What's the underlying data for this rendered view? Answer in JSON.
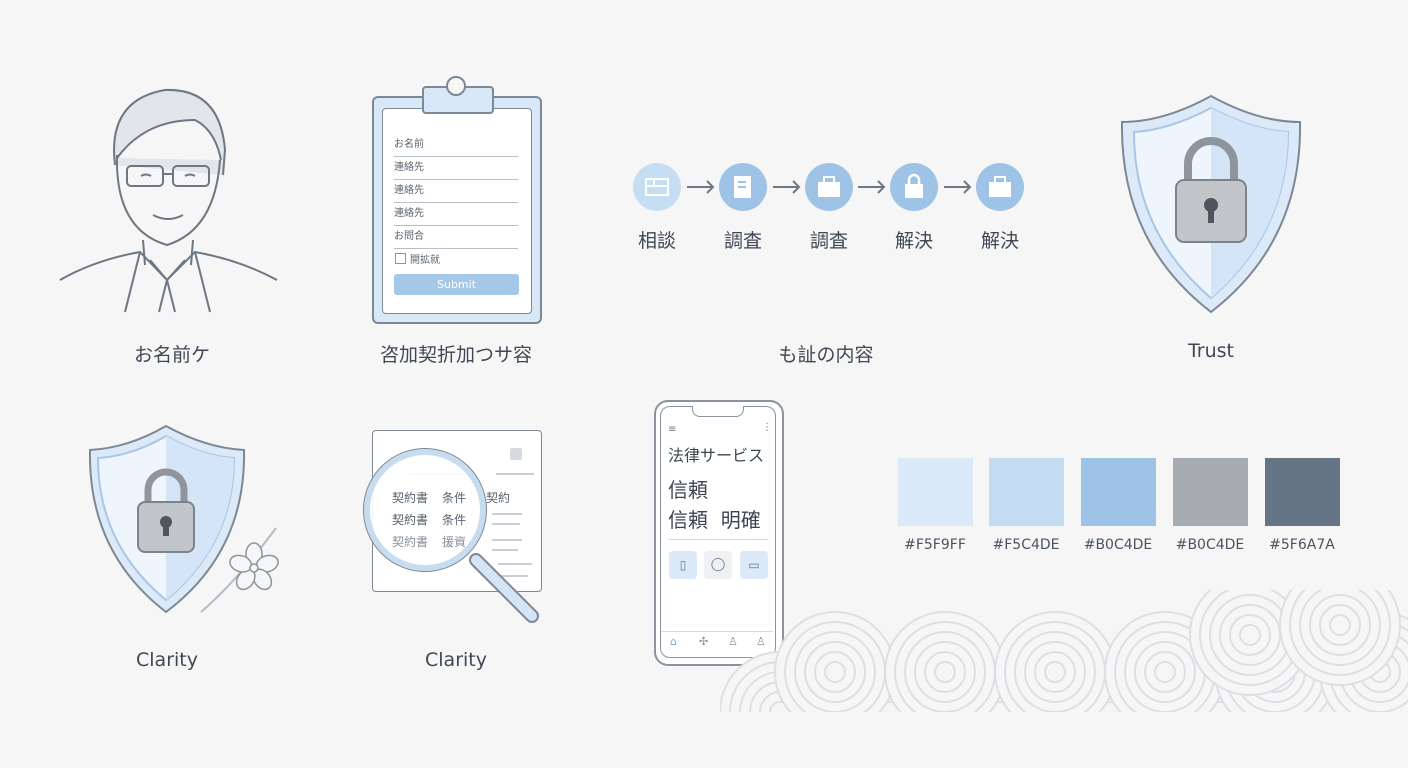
{
  "captions": {
    "portrait": "お名前ケ",
    "form": "咨加契折加つサ容",
    "process": "も訨の内容",
    "trust": "Trust",
    "clarity_shield": "Clarity",
    "clarity_search": "Clarity"
  },
  "form": {
    "fields": [
      "お名前",
      "連絡先",
      "連絡先",
      "連絡先",
      "お問合"
    ],
    "checkbox_label": "開拡就",
    "submit_label": "Submit"
  },
  "process": {
    "steps": [
      {
        "label": "相談",
        "icon": "form-icon"
      },
      {
        "label": "調査",
        "icon": "document-icon"
      },
      {
        "label": "調査",
        "icon": "briefcase-icon"
      },
      {
        "label": "解決",
        "icon": "lock-icon"
      },
      {
        "label": "解決",
        "icon": "briefcase-icon"
      }
    ]
  },
  "document_lens": {
    "rows": [
      [
        "契約書",
        "条件"
      ],
      [
        "契約書",
        "条件"
      ],
      [
        "契約書",
        "援資"
      ]
    ],
    "outside_text": "契約"
  },
  "phone": {
    "title": "法律サービス",
    "line1": "信頼",
    "line2": "信頼  明確"
  },
  "palette": [
    {
      "color": "#dbe9f8",
      "label": "#F5F9FF"
    },
    {
      "color": "#c4dcf1",
      "label": "#F5C4DE"
    },
    {
      "color": "#9fc3e6",
      "label": "#B0C4DE"
    },
    {
      "color": "#a7acb2",
      "label": "#B0C4DE"
    },
    {
      "color": "#667585",
      "label": "#5F6A7A"
    }
  ]
}
